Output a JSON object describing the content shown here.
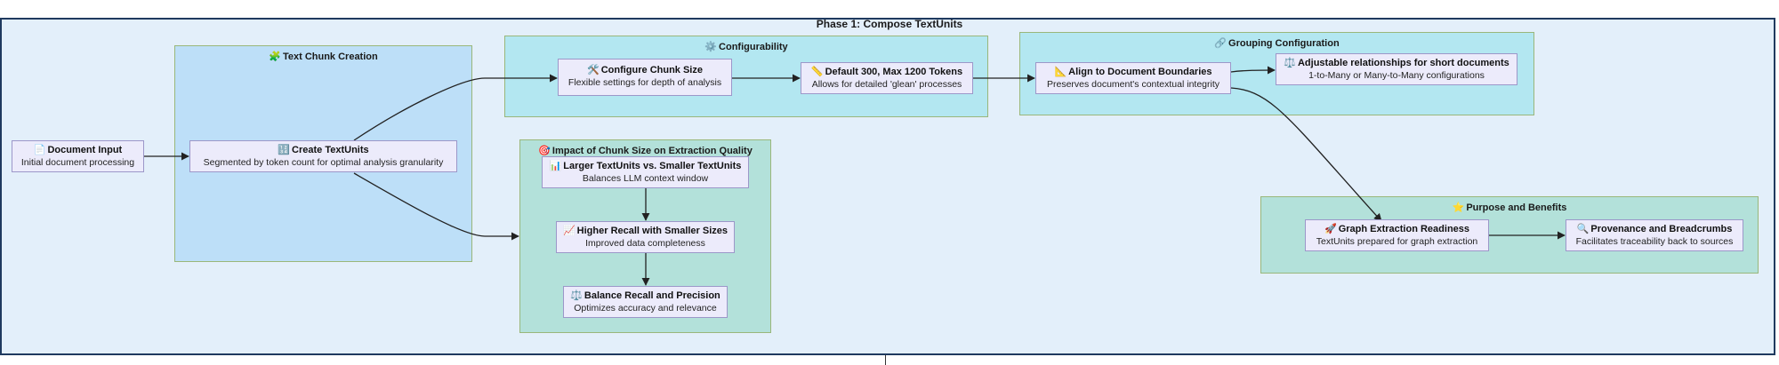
{
  "diagram": {
    "phase_title": "Phase 1: Compose TextUnits",
    "groups": {
      "text_chunk_creation": {
        "icon": "🧩",
        "icon_name": "puzzle-icon",
        "title": "Text Chunk Creation"
      },
      "configurability": {
        "icon": "⚙️",
        "icon_name": "gear-icon",
        "title": "Configurability"
      },
      "grouping_configuration": {
        "icon": "🔗",
        "icon_name": "link-icon",
        "title": "Grouping Configuration"
      },
      "impact": {
        "icon": "🎯",
        "icon_name": "target-icon",
        "title": "Impact of Chunk Size on Extraction Quality"
      },
      "purpose": {
        "icon": "⭐",
        "icon_name": "star-icon",
        "title": "Purpose and Benefits"
      }
    },
    "nodes": {
      "document_input": {
        "icon": "📄",
        "icon_name": "document-icon",
        "title": "Document Input",
        "subtitle": "Initial document processing"
      },
      "create_textunits": {
        "icon": "🔢",
        "icon_name": "numbers-icon",
        "title": "Create TextUnits",
        "subtitle": "Segmented by token count for optimal analysis granularity"
      },
      "configure_chunk_size": {
        "icon": "🛠️",
        "icon_name": "tools-icon",
        "title": "Configure Chunk Size",
        "subtitle": "Flexible settings for depth of analysis"
      },
      "default_tokens": {
        "icon": "📏",
        "icon_name": "ruler-icon",
        "title": "Default 300, Max 1200 Tokens",
        "subtitle": "Allows for detailed 'glean' processes"
      },
      "align_boundaries": {
        "icon": "📐",
        "icon_name": "triangle-ruler-icon",
        "title": "Align to Document Boundaries",
        "subtitle": "Preserves document's contextual integrity"
      },
      "adjustable_relationships": {
        "icon": "⚖️",
        "icon_name": "scale-icon",
        "title": "Adjustable relationships for short documents",
        "subtitle": "1-to-Many or Many-to-Many configurations"
      },
      "larger_vs_smaller": {
        "icon": "📊",
        "icon_name": "bar-chart-icon",
        "title": "Larger TextUnits vs. Smaller TextUnits",
        "subtitle": "Balances LLM context window"
      },
      "higher_recall": {
        "icon": "📈",
        "icon_name": "trend-up-icon",
        "title": "Higher Recall with Smaller Sizes",
        "subtitle": "Improved data completeness"
      },
      "balance_recall": {
        "icon": "⚖️",
        "icon_name": "scale-icon",
        "title": "Balance Recall and Precision",
        "subtitle": "Optimizes accuracy and relevance"
      },
      "graph_extraction": {
        "icon": "🚀",
        "icon_name": "rocket-icon",
        "title": "Graph Extraction Readiness",
        "subtitle": "TextUnits prepared for graph extraction"
      },
      "provenance": {
        "icon": "🔍",
        "icon_name": "magnifier-icon",
        "title": "Provenance and Breadcrumbs",
        "subtitle": "Facilitates traceability back to sources"
      }
    },
    "colors": {
      "phase_bg": "#e3effa",
      "phase_border": "#1f3a5f",
      "group_blue": "#bddff8",
      "group_cyan": "#b3e7f1",
      "group_teal": "#b3e1da",
      "node_bg": "#ecebfb",
      "node_border": "#9c97c9",
      "edge": "#222222"
    }
  }
}
